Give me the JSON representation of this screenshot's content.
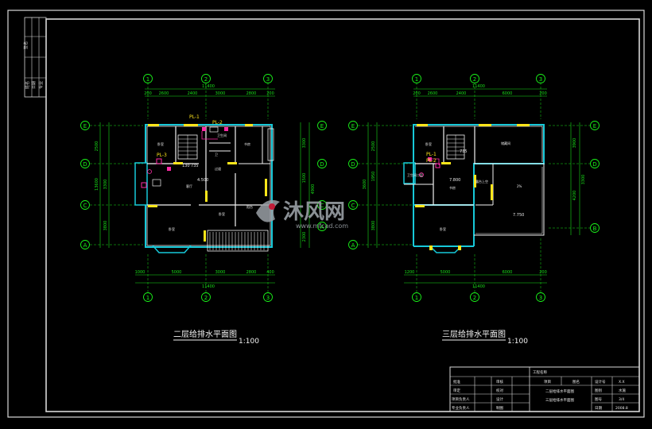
{
  "colors": {
    "background": "#000000",
    "frame": "#d8d8d8",
    "wall": "#f2f2f2",
    "wall_cyan": "#17c9d9",
    "dimension": "#18e018",
    "axis_bubble": "#19f019",
    "accent_yellow": "#ffe61a",
    "accent_magenta": "#ff2aa6",
    "label_text": "#e8e8e8",
    "watermark": "#9aa0a6"
  },
  "drawing": {
    "left_plan": {
      "title": "二层给排水平面图",
      "scale": "1:100",
      "axes_top": [
        "1",
        "2",
        "3"
      ],
      "axes_bottom": [
        "1",
        "2",
        "3"
      ],
      "axes_side": [
        "E",
        "D",
        "C",
        "A"
      ],
      "dims_top_total": "11400",
      "dims_top": [
        "200",
        "2600",
        "2400",
        "3000",
        "2800",
        "200"
      ],
      "dims_bottom_total": "11400",
      "dims_bottom": [
        "1000",
        "5000",
        "3000",
        "2800",
        "400"
      ],
      "dims_left": [
        "2500",
        "3300",
        "3800",
        "13600"
      ],
      "dims_right": [
        "3300",
        "1500",
        "2300",
        "4900"
      ],
      "room_labels": [
        "卧室",
        "卫生间",
        "书房",
        "卫",
        "客厅",
        "卧室",
        "卧室",
        "阳台",
        "过道"
      ],
      "riser_labels": [
        "PL-1",
        "PL-2",
        "PL-3"
      ],
      "elevations": [
        "4.500",
        "130",
        "735"
      ]
    },
    "right_plan": {
      "title": "三层给排水平面图",
      "scale": "1:100",
      "axes_top": [
        "1",
        "2",
        "3"
      ],
      "axes_bottom": [
        "1",
        "2",
        "3"
      ],
      "axes_side": [
        "E",
        "D",
        "C",
        "A"
      ],
      "axes_right": [
        "E",
        "D",
        "B"
      ],
      "dims_top_total": "11400",
      "dims_top": [
        "200",
        "2600",
        "2400",
        "6000",
        "200"
      ],
      "dims_bottom_total": "11400",
      "dims_bottom": [
        "1200",
        "5000",
        "6000",
        "200"
      ],
      "dims_left": [
        "2500",
        "1950",
        "3600",
        "3800"
      ],
      "dims_right": [
        "3900",
        "4200",
        "3300"
      ],
      "room_labels": [
        "卧室",
        "储藏间",
        "卫生间二层",
        "书房",
        "露台上空",
        "卧室",
        "2%"
      ],
      "riser_labels": [
        "PL-1",
        "PL-2"
      ],
      "elevations": [
        "7.800",
        "7.750",
        "735"
      ]
    },
    "title_block": {
      "project_label": "工程名称",
      "col_headers": [
        "项目",
        "图名"
      ],
      "left_rows": [
        [
          "批准",
          "审核"
        ],
        [
          "审定",
          "校对"
        ],
        [
          "项目负责人",
          "设计"
        ],
        [
          "专业负责人",
          "制图"
        ]
      ],
      "drawing_names": [
        "二层给排水平面图",
        "三层给排水平面图"
      ],
      "info_rows": [
        [
          "设计号",
          "X.X"
        ],
        [
          "图别",
          "水施"
        ],
        [
          "图号",
          "3/4"
        ],
        [
          "日期",
          "2008.8"
        ]
      ]
    },
    "sidebar_labels": [
      "签名",
      "日期",
      "专业",
      "姓名"
    ],
    "watermark": {
      "brand": "沐风网",
      "url": "www.mfcad.com"
    }
  }
}
